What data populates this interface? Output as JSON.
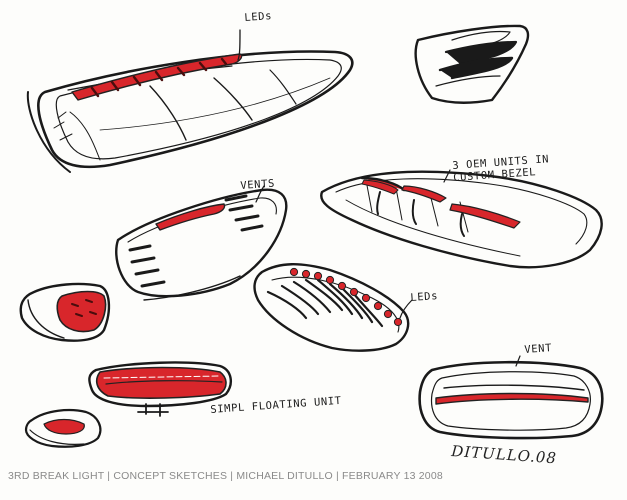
{
  "annotations": {
    "leds_top": "LEDs",
    "oem_units": "3 OEM UNITS IN\nCUSTOM BEZEL",
    "vents": "VENTS",
    "leds_right": "LEDs",
    "vent": "VENT",
    "floating_unit": "SIMPL FLOATING UNIT"
  },
  "signature": "DITULLO.08",
  "caption": "3RD BREAK LIGHT | CONCEPT SKETCHES | MICHAEL DITULLO | FEBRUARY 13 2008",
  "colors": {
    "ink": "#1a1a1a",
    "accent_red": "#d8262b",
    "caption_gray": "#8a8a8a"
  }
}
